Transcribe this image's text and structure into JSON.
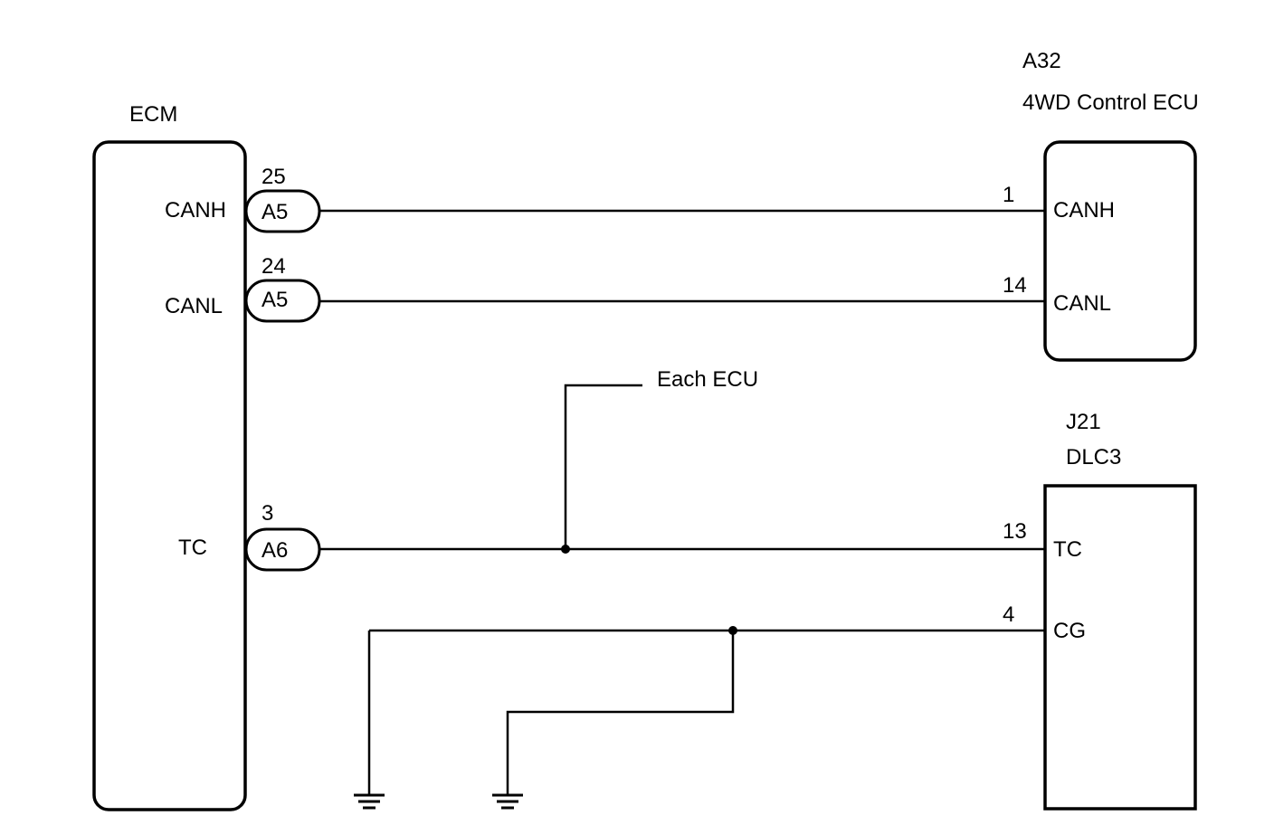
{
  "ecm": {
    "label": "ECM",
    "pins": {
      "canh": "CANH",
      "canl": "CANL",
      "tc": "TC"
    }
  },
  "connectors": [
    {
      "code": "A5",
      "pin": "25"
    },
    {
      "code": "A5",
      "pin": "24"
    },
    {
      "code": "A6",
      "pin": "3"
    }
  ],
  "fourwd_ecu": {
    "code": "A32",
    "name": "4WD Control ECU",
    "pins": [
      {
        "num": "1",
        "label": "CANH"
      },
      {
        "num": "14",
        "label": "CANL"
      }
    ]
  },
  "dlc3": {
    "code": "J21",
    "name": "DLC3",
    "pins": [
      {
        "num": "13",
        "label": "TC"
      },
      {
        "num": "4",
        "label": "CG"
      }
    ]
  },
  "branch_label": "Each ECU"
}
